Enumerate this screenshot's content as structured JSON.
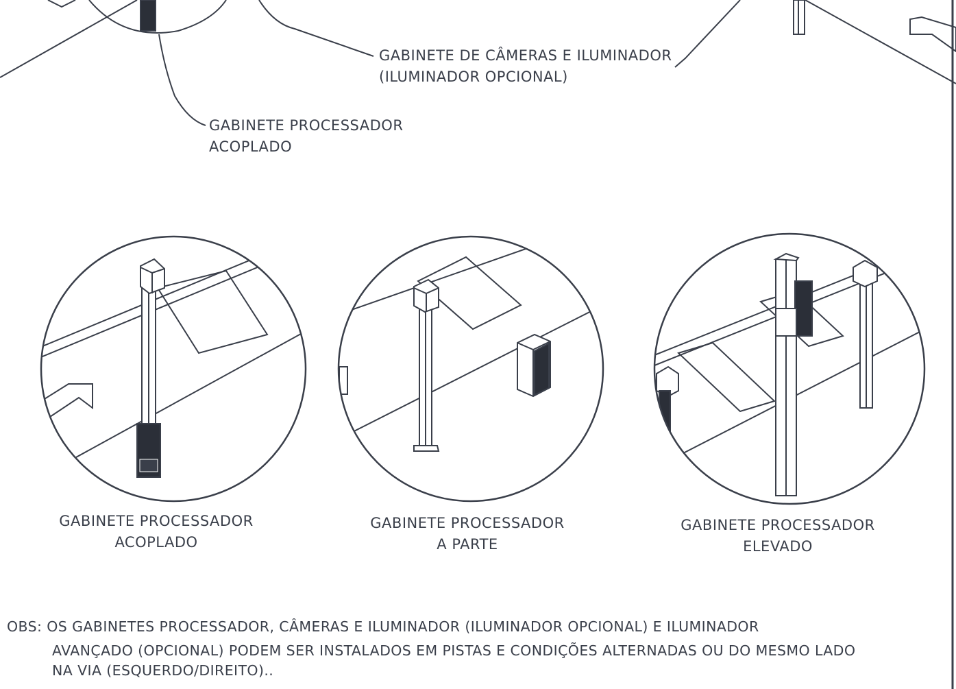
{
  "top_labels": {
    "camera_cabinet": {
      "line1": "GABINETE DE CÂMERAS E ILUMINADOR",
      "line2": "(ILUMINADOR OPCIONAL)"
    },
    "processor_cabinet": {
      "line1": "GABINETE PROCESSADOR",
      "line2": "ACOPLADO"
    }
  },
  "captions": [
    {
      "line1": "GABINETE PROCESSADOR",
      "line2": "ACOPLADO"
    },
    {
      "line1": "GABINETE PROCESSADOR",
      "line2": "A PARTE"
    },
    {
      "line1": "GABINETE PROCESSADOR",
      "line2": "ELEVADO"
    }
  ],
  "obs": {
    "line1": "OBS: OS GABINETES  PROCESSADOR, CÂMERAS  E ILUMINADOR (ILUMINADOR OPCIONAL) E ILUMINADOR",
    "line2": "AVANÇADO (OPCIONAL) PODEM SER INSTALADOS EM PISTAS E CONDIÇÕES ALTERNADAS OU DO MESMO LADO",
    "line3": "NA VIA (ESQUERDO/DIREITO).."
  },
  "colors": {
    "ink": "#3a3f4a",
    "cabinet": "#2b2f38",
    "paper": "#ffffff"
  }
}
